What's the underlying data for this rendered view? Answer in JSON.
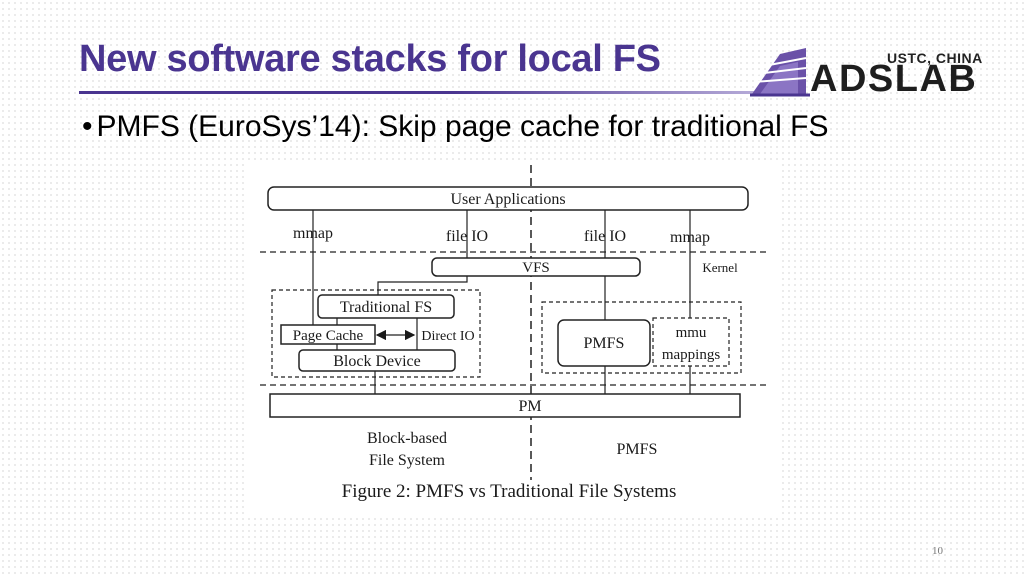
{
  "slide": {
    "title": "New software stacks for local FS",
    "bullet_marker": "•",
    "bullet": "PMFS (EuroSys’14): Skip page cache for traditional FS",
    "page_number": "10"
  },
  "logo": {
    "top_text": "USTC, CHINA",
    "main_text": "ADSLAB"
  },
  "diagram": {
    "user_applications": "User Applications",
    "mmap_left": "mmap",
    "file_io_left": "file IO",
    "file_io_right": "file IO",
    "mmap_right": "mmap",
    "vfs": "VFS",
    "kernel": "Kernel",
    "traditional_fs": "Traditional FS",
    "page_cache": "Page Cache",
    "direct_io": "Direct IO",
    "block_device": "Block Device",
    "pmfs_box": "PMFS",
    "mmu_line1": "mmu",
    "mmu_line2": "mappings",
    "pm": "PM",
    "block_based_line1": "Block-based",
    "block_based_line2": "File System",
    "pmfs_label": "PMFS",
    "caption": "Figure 2: PMFS vs Traditional File Systems"
  },
  "colors": {
    "title": "#4a3590",
    "logo_accent": "#6a51a8",
    "text": "#000000"
  }
}
